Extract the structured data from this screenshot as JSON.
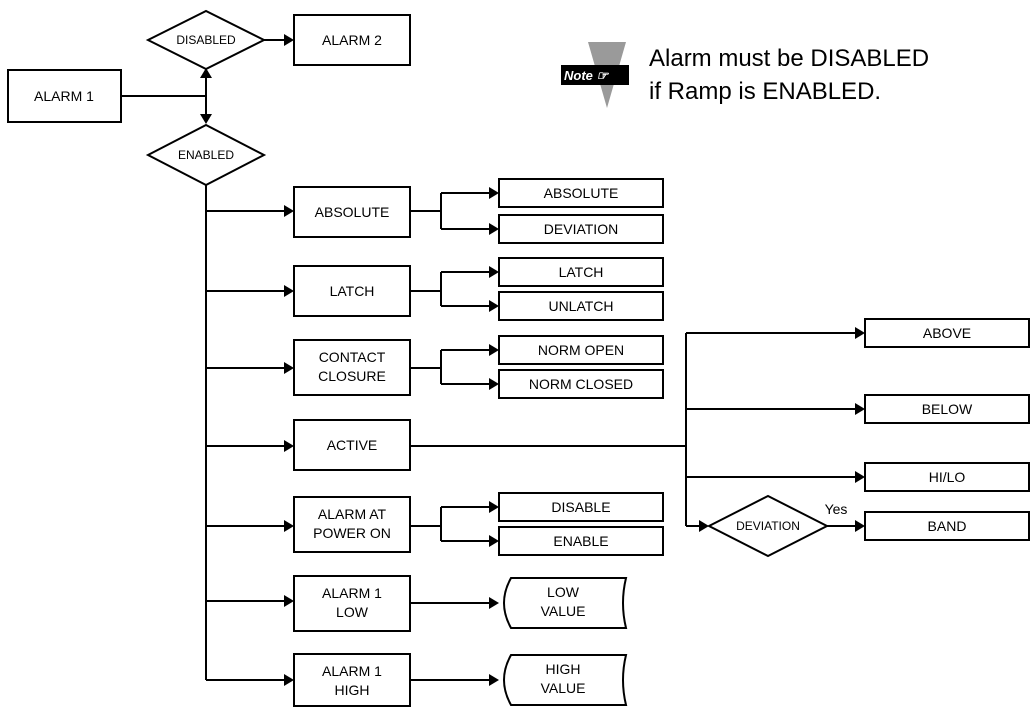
{
  "root": "ALARM 1",
  "disabled_decision": "DISABLED",
  "alarm2": "ALARM 2",
  "enabled_decision": "ENABLED",
  "note": {
    "badge": "Note ☞",
    "line1": "Alarm must be DISABLED",
    "line2": "if Ramp is ENABLED."
  },
  "absolute": {
    "label": "ABSOLUTE",
    "opt1": "ABSOLUTE",
    "opt2": "DEVIATION"
  },
  "latch": {
    "label": "LATCH",
    "opt1": "LATCH",
    "opt2": "UNLATCH"
  },
  "contact": {
    "line1": "CONTACT",
    "line2": "CLOSURE",
    "opt1": "NORM OPEN",
    "opt2": "NORM CLOSED"
  },
  "active": {
    "label": "ACTIVE",
    "above": "ABOVE",
    "below": "BELOW",
    "hilo": "HI/LO",
    "deviation": "DEVIATION",
    "yes": "Yes",
    "band": "BAND"
  },
  "power_on": {
    "line1": "ALARM AT",
    "line2": "POWER ON",
    "opt1": "DISABLE",
    "opt2": "ENABLE"
  },
  "low": {
    "line1": "ALARM 1",
    "line2": "LOW",
    "value1": "LOW",
    "value2": "VALUE"
  },
  "high": {
    "line1": "ALARM 1",
    "line2": "HIGH",
    "value1": "HIGH",
    "value2": "VALUE"
  }
}
